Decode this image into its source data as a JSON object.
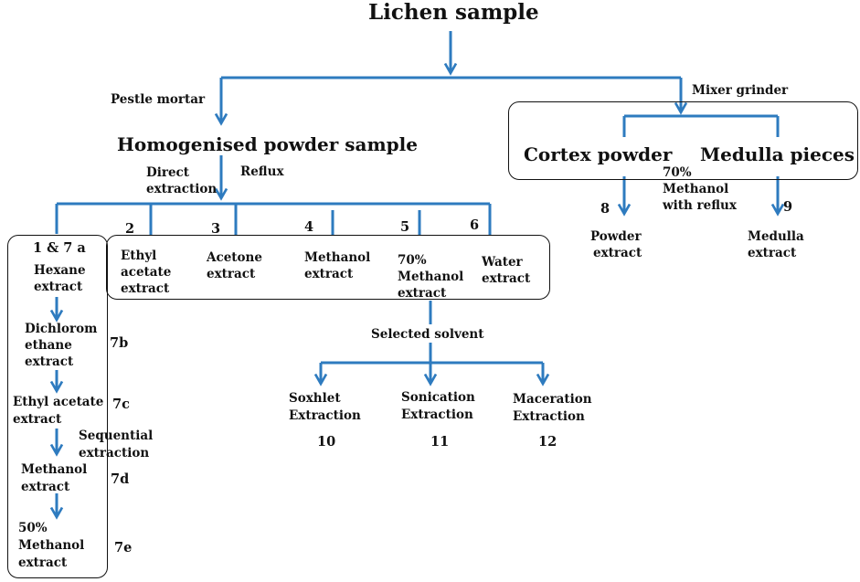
{
  "title": "Lichen sample",
  "left_branch": {
    "label": "Pestle mortar",
    "result": "Homogenised powder sample"
  },
  "right_branch": {
    "label": "Mixer grinder",
    "cortex": "Cortex powder",
    "medulla": "Medulla pieces",
    "condition": [
      "70%",
      "Methanol",
      "with reflux"
    ],
    "outputs": [
      {
        "number": "8",
        "lines": [
          "Powder",
          "extract"
        ]
      },
      {
        "number": "9",
        "lines": [
          "Medulla",
          "extract"
        ]
      }
    ]
  },
  "extraction_labels": {
    "direct": [
      "Direct",
      "extraction"
    ],
    "reflux": "Reflux"
  },
  "solvent_extracts": [
    {
      "number": "1 & 7 a",
      "lines": [
        "Hexane",
        "extract"
      ]
    },
    {
      "number": "2",
      "lines": [
        "Ethyl",
        "acetate",
        "extract"
      ]
    },
    {
      "number": "3",
      "lines": [
        "Acetone",
        "extract"
      ]
    },
    {
      "number": "4",
      "lines": [
        "Methanol",
        "extract"
      ]
    },
    {
      "number": "5",
      "lines": [
        "70%",
        "Methanol",
        "extract"
      ]
    },
    {
      "number": "6",
      "lines": [
        "Water",
        "extract"
      ]
    }
  ],
  "sequential": {
    "label": [
      "Sequential",
      "extraction"
    ],
    "steps": [
      {
        "code": "7b",
        "lines": [
          "Dichlorom",
          "ethane",
          "extract"
        ]
      },
      {
        "code": "7c",
        "lines": [
          "Ethyl acetate",
          "extract"
        ]
      },
      {
        "code": "7d",
        "lines": [
          "Methanol",
          "extract"
        ]
      },
      {
        "code": "7e",
        "lines": [
          "50%",
          "Methanol",
          "extract"
        ]
      }
    ]
  },
  "selected_solvent": {
    "label": "Selected solvent",
    "methods": [
      {
        "number": "10",
        "lines": [
          "Soxhlet",
          "Extraction"
        ]
      },
      {
        "number": "11",
        "lines": [
          "Sonication",
          "Extraction"
        ]
      },
      {
        "number": "12",
        "lines": [
          "Maceration",
          "Extraction"
        ]
      }
    ]
  },
  "colors": {
    "connector": "#2e7bbf",
    "text": "#111111",
    "box_border": "#111111"
  }
}
